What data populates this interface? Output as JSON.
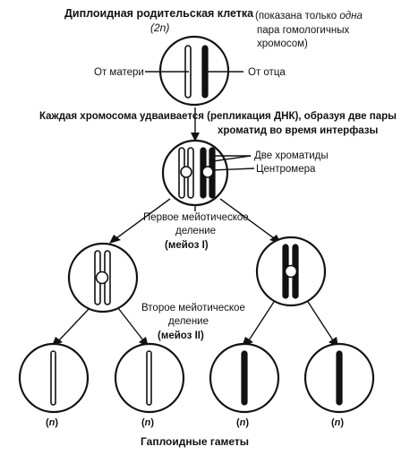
{
  "labels": {
    "title": "Диплоидная  родительская клетка",
    "ploidy_2n_prefix": "(2",
    "ploidy_2n_letter": "n",
    "ploidy_2n_suffix": ")",
    "note_line1_prefix": "(показана только ",
    "note_line1_italic": "одна",
    "note_line2": "пара гомологичных",
    "note_line3": "хромосом)",
    "from_mother": "От матери",
    "from_father": "От отца",
    "replication_line1": "Каждая хромосома удваивается (репликация ДНК), образуя две пары",
    "replication_line2": "хроматид во время интерфазы",
    "two_chromatids": "Две хроматиды",
    "centromere": "Центромера",
    "meiosis1_line1": "Первое мейотическое",
    "meiosis1_line2": "деление",
    "meiosis1_line3": "(мейоз I)",
    "meiosis2_line1": "Второе мейотическое",
    "meiosis2_line2": "деление",
    "meiosis2_line3": "(мейоз II)",
    "haploid_prefix": "(",
    "haploid_letter": "n",
    "haploid_suffix": ")",
    "haploid_gametes": "Гаплоидные гаметы"
  },
  "colors": {
    "maternal": "#ffffff",
    "paternal": "#111111",
    "outline": "#111111"
  }
}
